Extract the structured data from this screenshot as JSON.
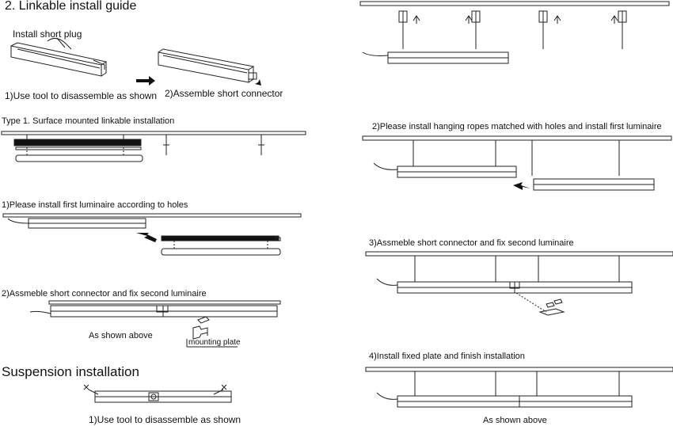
{
  "texts": {
    "guide_title": "2. Linkable install guide",
    "install_short_plug": "Install short plug",
    "step_tool_disassemble_top": "1)Use tool to disassemble as shown",
    "step_assemble_short_connector": "2)Assemble short connector",
    "type1_title": "Type 1. Surface mounted linkable installation",
    "surface_step1": "1)Please install first luminaire according to holes",
    "surface_step2": "2)Assmeble short connector and fix second luminaire",
    "as_shown_above_left": "As shown above",
    "mounting_plate": "mounting plate",
    "suspension_title": "Suspension installation",
    "suspension_step1": "1)Use tool to disassemble as shown",
    "suspension_step2": "2)Please install hanging ropes matched with holes and install first luminaire",
    "suspension_step3": "3)Assmeble short connector and fix second luminaire",
    "suspension_step4": "4)Install fixed plate and finish installation",
    "as_shown_above_right": "As shown above"
  }
}
